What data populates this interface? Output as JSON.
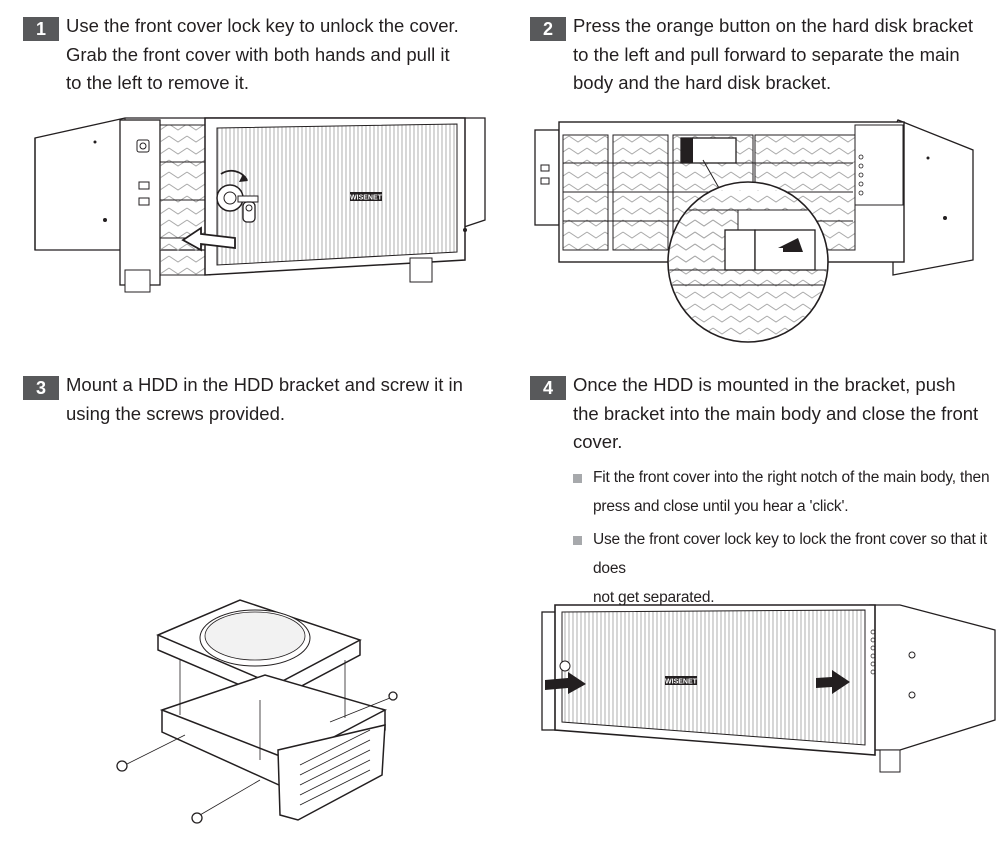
{
  "steps": [
    {
      "number": "1",
      "lines": [
        "Use the front cover lock key to unlock the cover.",
        "Grab the front cover with both hands and pull it",
        "to the left to remove it."
      ]
    },
    {
      "number": "2",
      "lines": [
        "Press the orange button on the hard disk bracket",
        "to the left and pull forward to separate the main",
        "body and the hard disk bracket."
      ]
    },
    {
      "number": "3",
      "lines": [
        "Mount a HDD in the HDD bracket and screw it in",
        "using the screws provided."
      ]
    },
    {
      "number": "4",
      "lines": [
        "Once the HDD is mounted in the bracket, push",
        "the bracket into the main body and close the front",
        "cover."
      ]
    }
  ],
  "notes": [
    [
      "Fit the front cover into the right notch of the main body, then",
      "press and close until you hear a 'click'."
    ],
    [
      "Use the front cover lock key to lock the front cover so that it does",
      "not get separated."
    ]
  ],
  "brand_logo": "WISENET",
  "colors": {
    "badge": "#58595b",
    "text": "#231f20",
    "bullet": "#a7a9ac",
    "line": "#231f20"
  }
}
